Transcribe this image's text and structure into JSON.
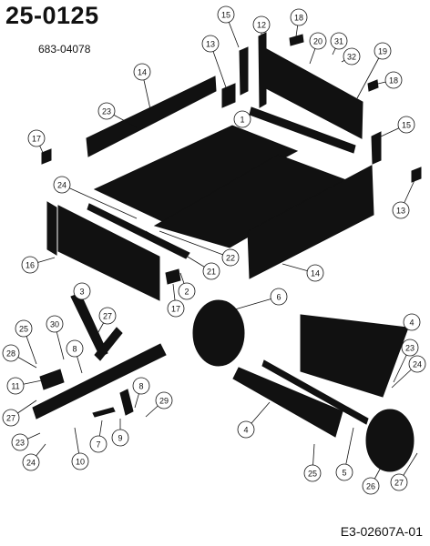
{
  "header": {
    "title": "25-0125",
    "subtitle": "683-04078"
  },
  "footer": {
    "code": "E3-02607A-01"
  },
  "callouts": [
    {
      "id": "c15a",
      "label": "15"
    },
    {
      "id": "c12",
      "label": "12"
    },
    {
      "id": "c18a",
      "label": "18"
    },
    {
      "id": "c13a",
      "label": "13"
    },
    {
      "id": "c20",
      "label": "20"
    },
    {
      "id": "c31",
      "label": "31"
    },
    {
      "id": "c32",
      "label": "32"
    },
    {
      "id": "c19",
      "label": "19"
    },
    {
      "id": "c14a",
      "label": "14"
    },
    {
      "id": "c18b",
      "label": "18"
    },
    {
      "id": "c23a",
      "label": "23"
    },
    {
      "id": "c1",
      "label": "1"
    },
    {
      "id": "c15b",
      "label": "15"
    },
    {
      "id": "c17a",
      "label": "17"
    },
    {
      "id": "c24a",
      "label": "24"
    },
    {
      "id": "c13b",
      "label": "13"
    },
    {
      "id": "c22",
      "label": "22"
    },
    {
      "id": "c16",
      "label": "16"
    },
    {
      "id": "c21",
      "label": "21"
    },
    {
      "id": "c14b",
      "label": "14"
    },
    {
      "id": "c2",
      "label": "2"
    },
    {
      "id": "c17b",
      "label": "17"
    },
    {
      "id": "c3",
      "label": "3"
    },
    {
      "id": "c6",
      "label": "6"
    },
    {
      "id": "c27a",
      "label": "27"
    },
    {
      "id": "c4a",
      "label": "4"
    },
    {
      "id": "c25a",
      "label": "25"
    },
    {
      "id": "c30",
      "label": "30"
    },
    {
      "id": "c8a",
      "label": "8"
    },
    {
      "id": "c23b",
      "label": "23"
    },
    {
      "id": "c28",
      "label": "28"
    },
    {
      "id": "c24b",
      "label": "24"
    },
    {
      "id": "c11",
      "label": "11"
    },
    {
      "id": "c8b",
      "label": "8"
    },
    {
      "id": "c29",
      "label": "29"
    },
    {
      "id": "c27b",
      "label": "27"
    },
    {
      "id": "c4b",
      "label": "4"
    },
    {
      "id": "c7",
      "label": "7"
    },
    {
      "id": "c9",
      "label": "9"
    },
    {
      "id": "c23c",
      "label": "23"
    },
    {
      "id": "c10",
      "label": "10"
    },
    {
      "id": "c24c",
      "label": "24"
    },
    {
      "id": "c25b",
      "label": "25"
    },
    {
      "id": "c5",
      "label": "5"
    },
    {
      "id": "c26",
      "label": "26"
    },
    {
      "id": "c27c",
      "label": "27"
    }
  ]
}
